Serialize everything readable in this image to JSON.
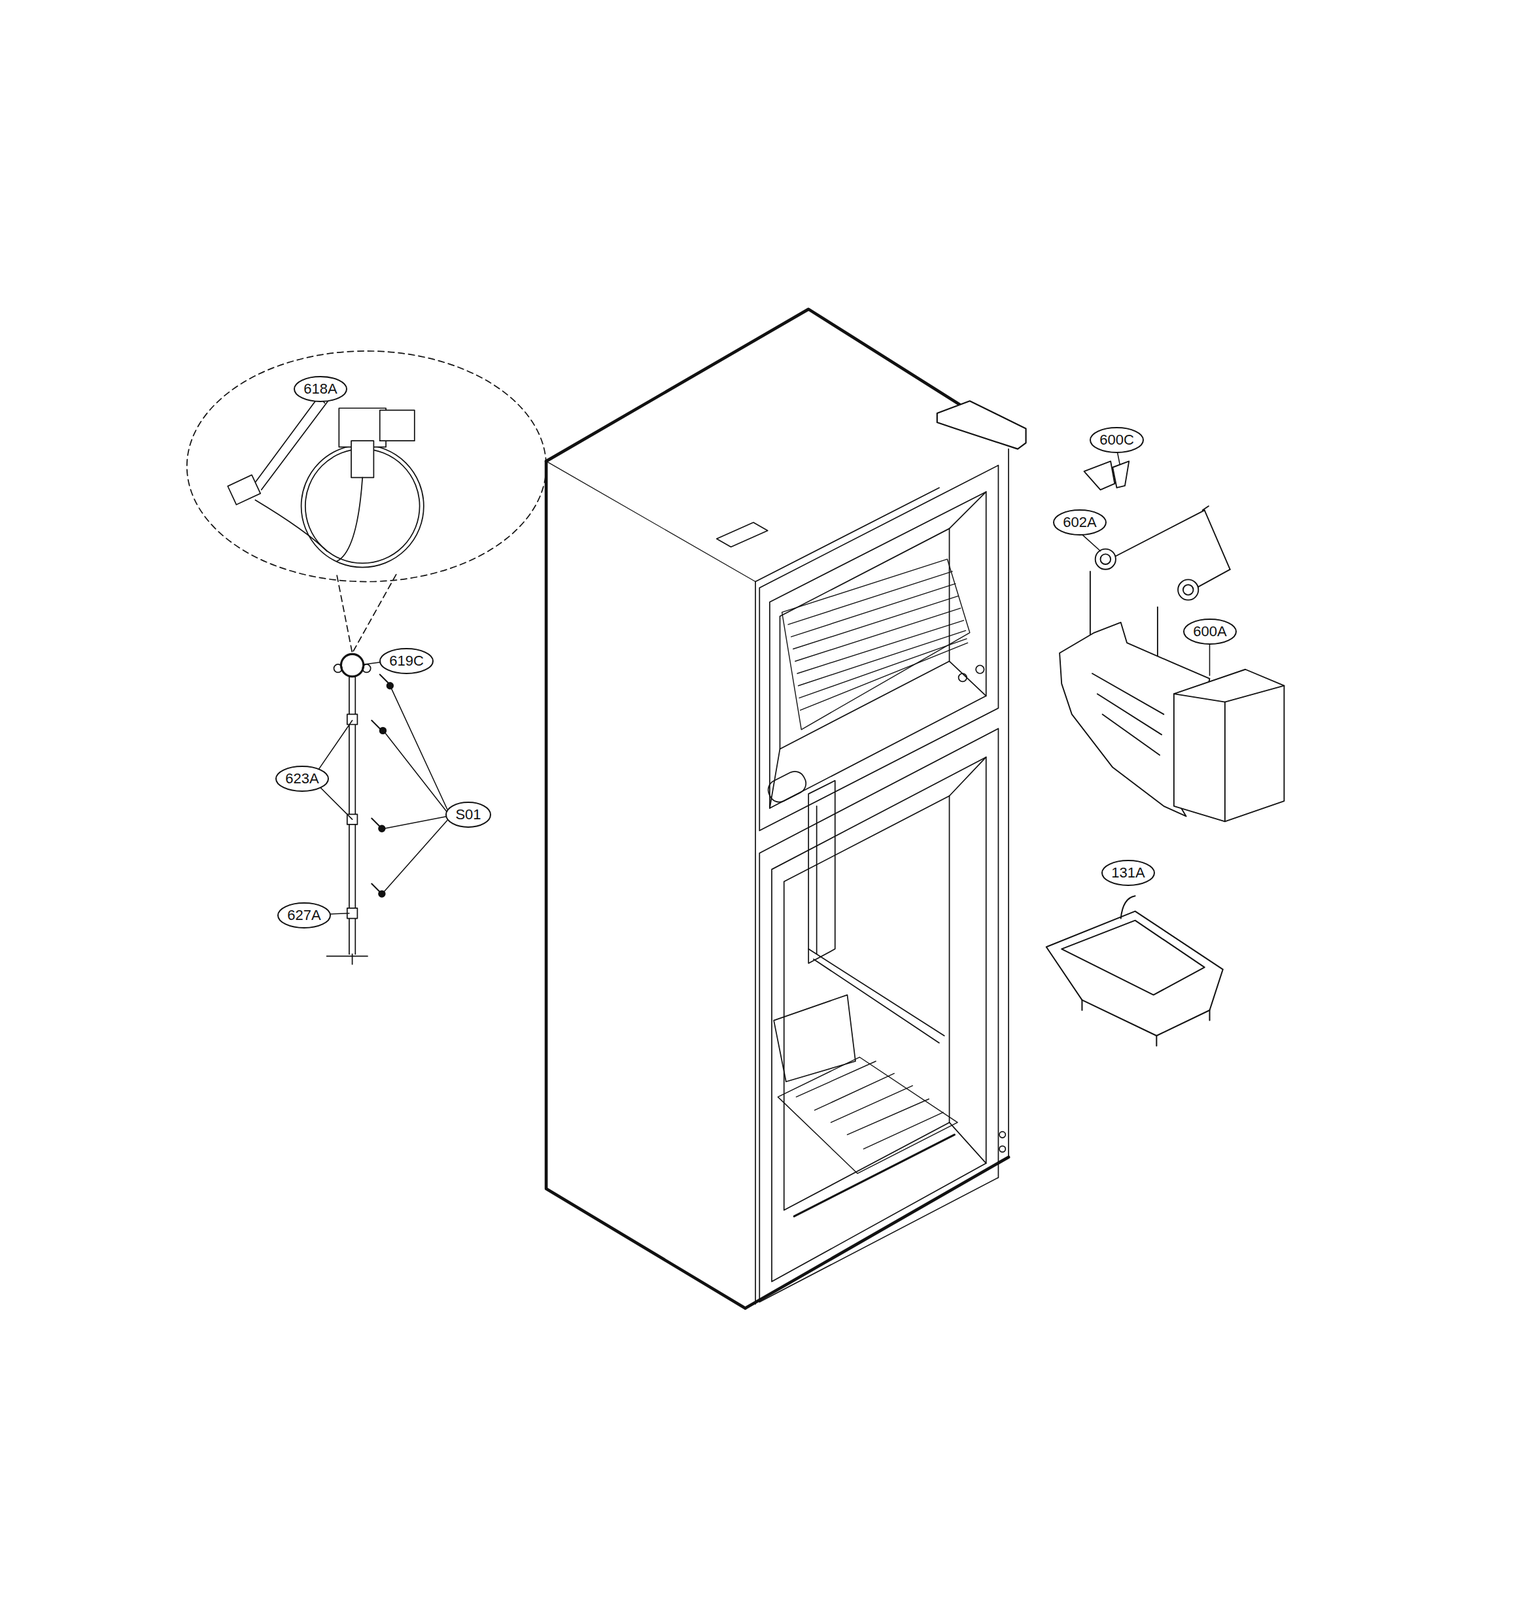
{
  "diagram": {
    "nodes": [
      {
        "text": [
          "618A"
        ]
      },
      {
        "text": [
          "619C"
        ]
      },
      {
        "text": [
          "623A"
        ]
      },
      {
        "text": [
          "S01"
        ]
      },
      {
        "text": [
          "627A"
        ]
      },
      {
        "text": [
          "600C"
        ]
      },
      {
        "text": [
          "602A"
        ]
      },
      {
        "text": [
          "600A"
        ]
      },
      {
        "text": [
          "131A"
        ]
      }
    ]
  }
}
